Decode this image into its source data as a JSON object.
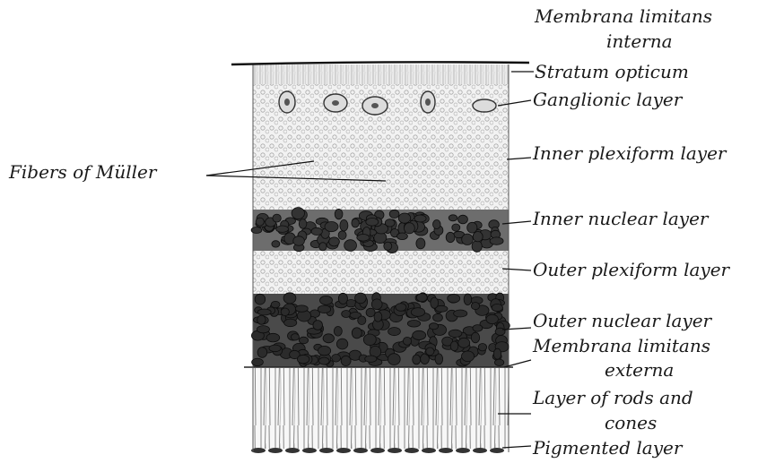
{
  "labels": {
    "membrana_limitans_interna_1": "Membrana limitans",
    "membrana_limitans_interna_2": "interna",
    "stratum_opticum": "Stratum opticum",
    "ganglionic_layer": "Ganglionic layer",
    "inner_plexiform_layer": "Inner plexiform layer",
    "fibers_of_muller": "Fibers of Müller",
    "inner_nuclear_layer": "Inner nuclear layer",
    "outer_plexiform_layer": "Outer plexiform layer",
    "outer_nuclear_layer": "Outer nuclear layer",
    "membrana_limitans_externa_1": "Membrana limitans",
    "membrana_limitans_externa_2": "externa",
    "rods_and_cones_1": "Layer of rods and",
    "rods_and_cones_2": "cones",
    "pigmented_layer": "Pigmented layer"
  },
  "colors": {
    "ink": "#1a1a1a",
    "dark_nuclei": "#2a2a2a",
    "light_tissue": "#e6e6e6",
    "mid_tissue": "#bdbdbd"
  }
}
